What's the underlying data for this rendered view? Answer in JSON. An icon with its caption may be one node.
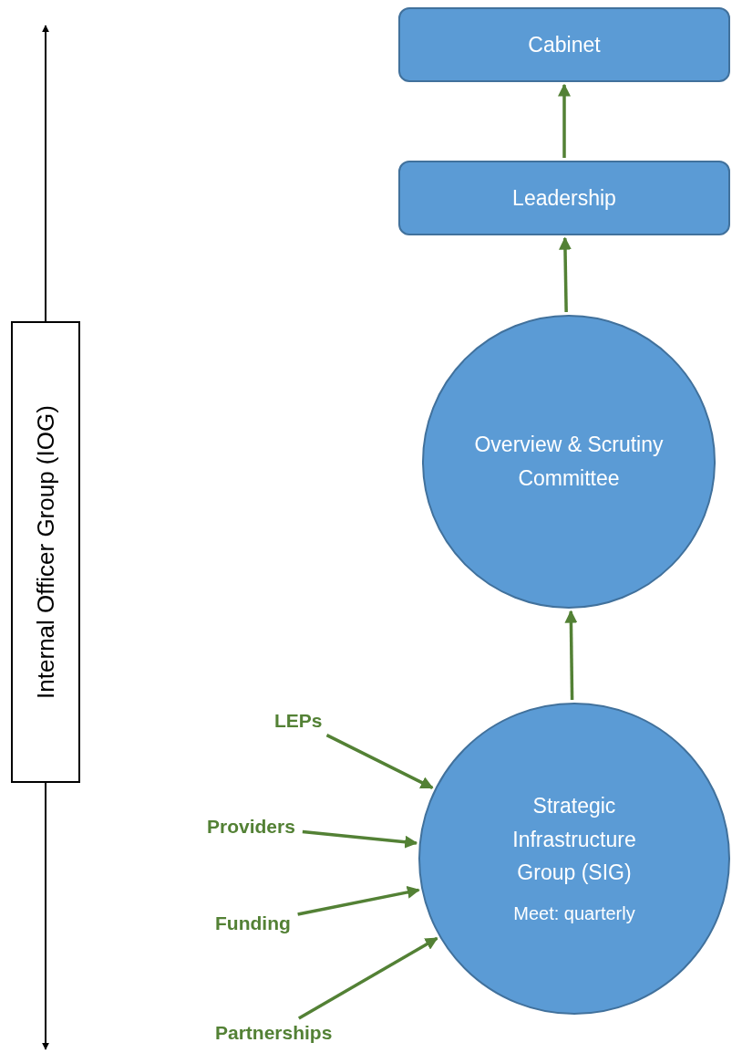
{
  "diagram": {
    "nodes": [
      {
        "text": [
          "Cabinet"
        ]
      },
      {
        "text": [
          "Leadership"
        ]
      },
      {
        "text": [
          "Overview & Scrutiny Committee"
        ]
      },
      {
        "text": [
          "Strategic Infrastructure Group (SIG)",
          "Meet: quarterly"
        ]
      },
      {
        "text": [
          "Internal Officer Group (IOG)"
        ]
      },
      {
        "text": [
          "LEPs"
        ]
      },
      {
        "text": [
          "Providers"
        ]
      },
      {
        "text": [
          "Funding"
        ]
      },
      {
        "text": [
          "Partnerships"
        ]
      }
    ],
    "edges": [
      {
        "from": 3,
        "to": 2,
        "arrow": "to"
      },
      {
        "from": 2,
        "to": 1,
        "arrow": "to"
      },
      {
        "from": 1,
        "to": 0,
        "arrow": "to"
      },
      {
        "from": 5,
        "to": 3,
        "arrow": "to"
      },
      {
        "from": 6,
        "to": 3,
        "arrow": "to"
      },
      {
        "from": 7,
        "to": 3,
        "arrow": "to"
      },
      {
        "from": 8,
        "to": 3,
        "arrow": "to"
      },
      {
        "from": 4,
        "to": null,
        "arrow": "to",
        "color": "#000000"
      },
      {
        "from": 4,
        "to": null,
        "arrow": "to",
        "color": "#000000"
      }
    ]
  }
}
